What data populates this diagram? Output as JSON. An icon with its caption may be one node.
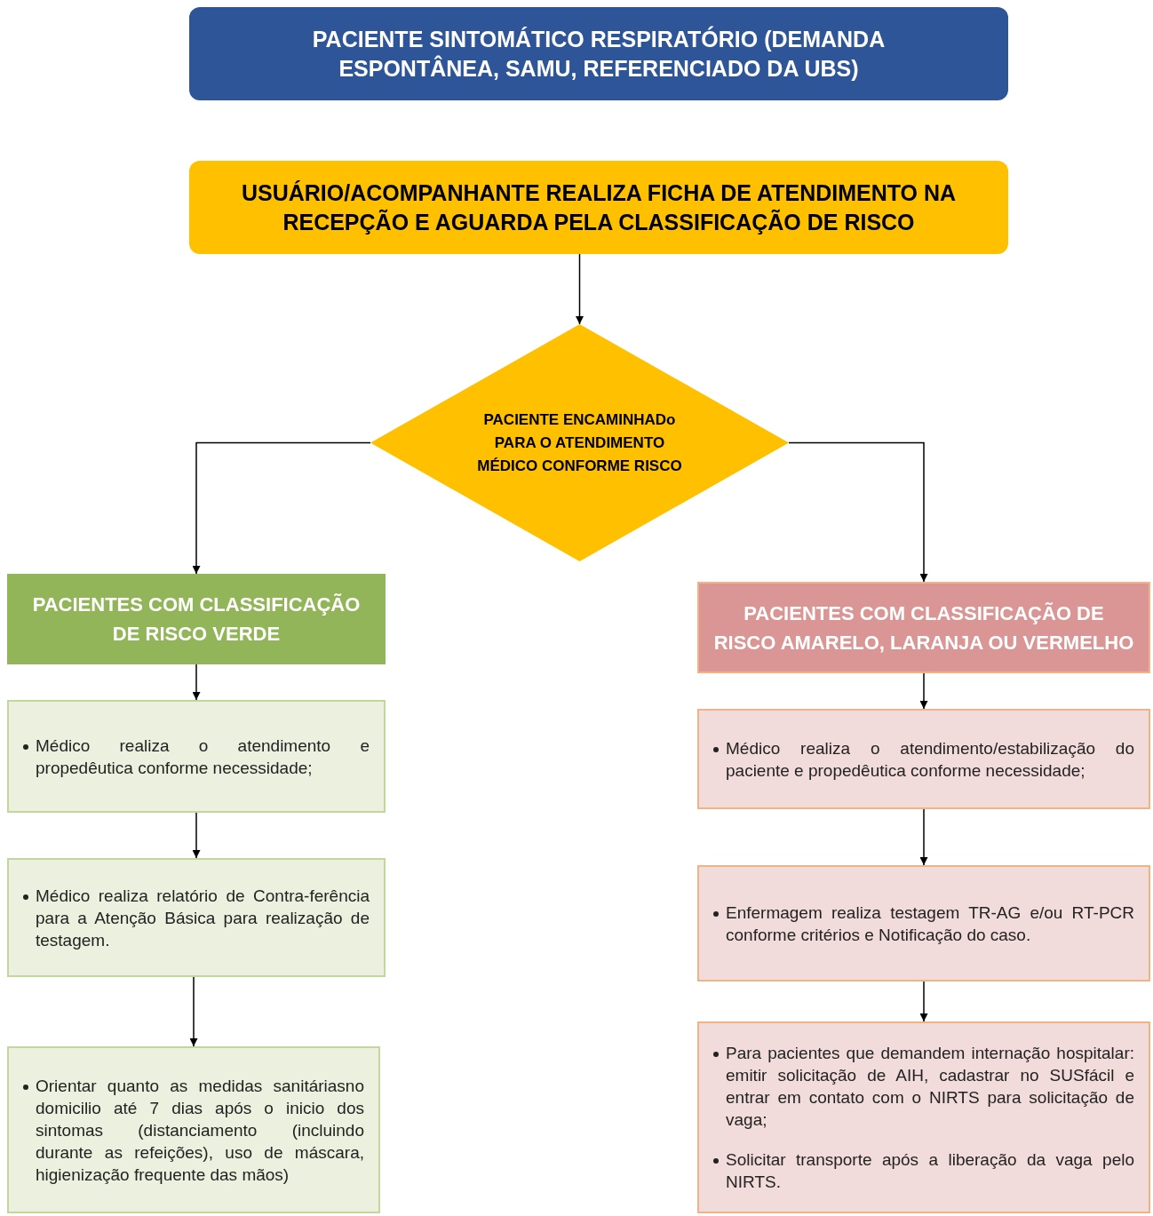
{
  "diagram": {
    "nodes": [
      {
        "text": [
          "PACIENTE  SINTOMÁTICO RESPIRATÓRIO (DEMANDA ESPONTÂNEA, SAMU, REFERENCIADO DA UBS)"
        ]
      },
      {
        "text": [
          "USUÁRIO/ACOMPANHANTE REALIZA FICHA DE ATENDIMENTO NA RECEPÇÃO E AGUARDA PELA CLASSIFICAÇÃO DE RISCO"
        ]
      },
      {
        "text": [
          "PACIENTE ENCAMINHADo PARA O ATENDIMENTO MÉDICO CONFORME RISCO"
        ]
      },
      {
        "text": [
          "PACIENTES COM CLASSIFICAÇÃO DE RISCO VERDE"
        ]
      },
      {
        "text": [
          "Médico realiza o atendimento e propedêutica conforme necessidade;"
        ]
      },
      {
        "text": [
          "Médico realiza relatório de Contra-ferência para a Atenção Básica para realização de testagem."
        ]
      },
      {
        "text": [
          "Orientar quanto as medidas sanitáriasno domicilio até 7 dias após o inicio dos sintomas (distanciamento (incluindo durante as refeições), uso de máscara, higienização frequente das mãos)"
        ]
      },
      {
        "text": [
          "PACIENTES COM CLASSIFICAÇÃO DE RISCO AMARELO, LARANJA OU VERMELHO"
        ]
      },
      {
        "text": [
          "Médico realiza o atendimento/estabilização do paciente e propedêutica conforme necessidade;"
        ]
      },
      {
        "text": [
          "Enfermagem realiza testagem TR-AG e/ou RT-PCR conforme critérios e Notificação do caso."
        ]
      },
      {
        "text": [
          "Para pacientes que demandem internação hospitalar: emitir solicitação de AIH, cadastrar no SUSfácil e entrar  em contato com o NIRTS para solicitação de vaga;",
          "Solicitar transporte após a liberação da vaga pelo NIRTS."
        ]
      }
    ],
    "edges": [
      {
        "from": 1,
        "to": 2,
        "arrow": "to"
      },
      {
        "from": 2,
        "to": 3,
        "arrow": "to"
      },
      {
        "from": 2,
        "to": 7,
        "arrow": "to"
      },
      {
        "from": 3,
        "to": 4,
        "arrow": "to"
      },
      {
        "from": 4,
        "to": 5,
        "arrow": "to"
      },
      {
        "from": 5,
        "to": 6,
        "arrow": "to"
      },
      {
        "from": 7,
        "to": 8,
        "arrow": "to"
      },
      {
        "from": 8,
        "to": 9,
        "arrow": "to"
      },
      {
        "from": 9,
        "to": 10,
        "arrow": "to"
      }
    ]
  }
}
